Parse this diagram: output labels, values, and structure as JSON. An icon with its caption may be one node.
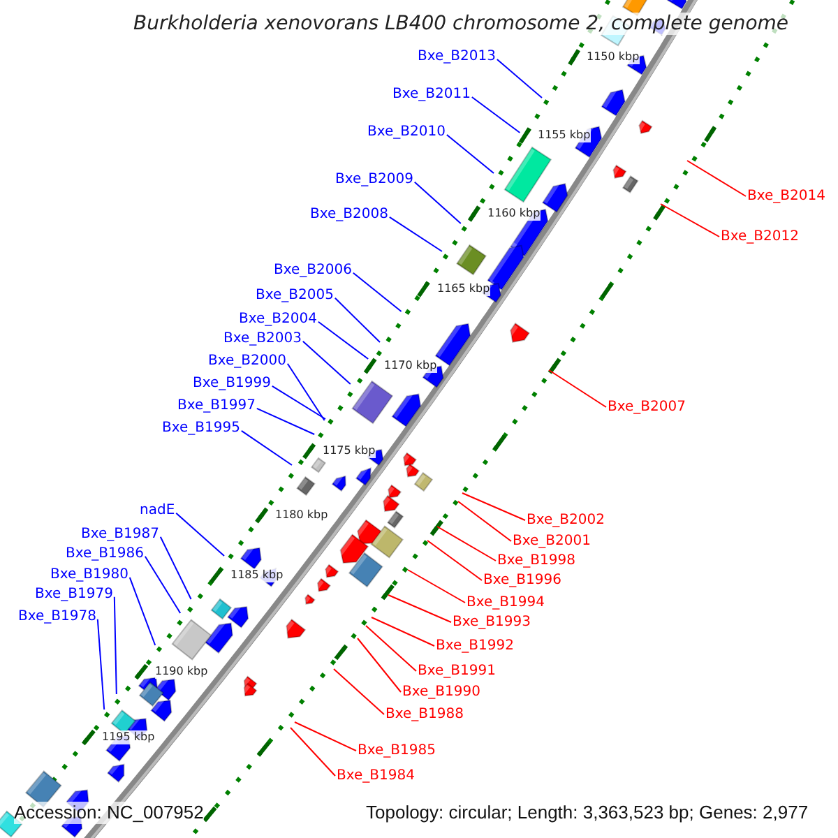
{
  "diagram": {
    "title": "Burkholderia xenovorans LB400 chromosome 2, complete genome",
    "nodes": [
      {
        "text": [
          "Bxe_B2013"
        ]
      },
      {
        "text": [
          "Bxe_B2011"
        ]
      },
      {
        "text": [
          "Bxe_B2010"
        ]
      },
      {
        "text": [
          "Bxe_B2009"
        ]
      },
      {
        "text": [
          "Bxe_B2014"
        ]
      },
      {
        "text": [
          "Bxe_B2008"
        ]
      },
      {
        "text": [
          "Bxe_B2012"
        ]
      },
      {
        "text": [
          "Bxe_B2006"
        ]
      },
      {
        "text": [
          "Bxe_B2005"
        ]
      },
      {
        "text": [
          "Bxe_B2004"
        ]
      },
      {
        "text": [
          "Bxe_B2003"
        ]
      },
      {
        "text": [
          "Bxe_B2000"
        ]
      },
      {
        "text": [
          "Bxe_B1999"
        ]
      },
      {
        "text": [
          "Bxe_B2007"
        ]
      },
      {
        "text": [
          "Bxe_B1997"
        ]
      },
      {
        "text": [
          "Bxe_B1995"
        ]
      },
      {
        "text": [
          "nadE"
        ]
      },
      {
        "text": [
          "Bxe_B2002"
        ]
      },
      {
        "text": [
          "Bxe_B1987"
        ]
      },
      {
        "text": [
          "Bxe_B2001"
        ]
      },
      {
        "text": [
          "Bxe_B1986"
        ]
      },
      {
        "text": [
          "Bxe_B1998"
        ]
      },
      {
        "text": [
          "Bxe_B1980"
        ]
      },
      {
        "text": [
          "Bxe_B1996"
        ]
      },
      {
        "text": [
          "Bxe_B1979"
        ]
      },
      {
        "text": [
          "Bxe_B1994"
        ]
      },
      {
        "text": [
          "Bxe_B1978"
        ]
      },
      {
        "text": [
          "Bxe_B1993"
        ]
      },
      {
        "text": [
          "Bxe_B1992"
        ]
      },
      {
        "text": [
          "Bxe_B1991"
        ]
      },
      {
        "text": [
          "Bxe_B1990"
        ]
      },
      {
        "text": [
          "Bxe_B1988"
        ]
      },
      {
        "text": [
          "Bxe_B1985"
        ]
      },
      {
        "text": [
          "Bxe_B1984"
        ]
      }
    ],
    "edges": [
      {
        "from": 0,
        "to": null,
        "arrow": "none"
      },
      {
        "from": 1,
        "to": null,
        "arrow": "none"
      },
      {
        "from": 2,
        "to": null,
        "arrow": "none"
      },
      {
        "from": 3,
        "to": null,
        "arrow": "none"
      },
      {
        "from": 4,
        "to": null,
        "arrow": "none",
        "color": "#ff0000"
      },
      {
        "from": 5,
        "to": null,
        "arrow": "none"
      },
      {
        "from": 6,
        "to": null,
        "arrow": "none",
        "color": "#ff0000"
      },
      {
        "from": 7,
        "to": null,
        "arrow": "none"
      },
      {
        "from": 8,
        "to": null,
        "arrow": "none"
      },
      {
        "from": 9,
        "to": null,
        "arrow": "none"
      },
      {
        "from": 10,
        "to": null,
        "arrow": "none"
      },
      {
        "from": 11,
        "to": null,
        "arrow": "none"
      },
      {
        "from": 12,
        "to": null,
        "arrow": "none"
      },
      {
        "from": 13,
        "to": null,
        "arrow": "none",
        "color": "#ff0000"
      },
      {
        "from": 14,
        "to": null,
        "arrow": "none"
      },
      {
        "from": 15,
        "to": null,
        "arrow": "none"
      },
      {
        "from": 16,
        "to": null,
        "arrow": "none"
      },
      {
        "from": 17,
        "to": null,
        "arrow": "none",
        "color": "#ff0000"
      },
      {
        "from": 18,
        "to": null,
        "arrow": "none"
      },
      {
        "from": 19,
        "to": null,
        "arrow": "none",
        "color": "#ff0000"
      },
      {
        "from": 20,
        "to": null,
        "arrow": "none"
      },
      {
        "from": 21,
        "to": null,
        "arrow": "none",
        "color": "#ff0000"
      },
      {
        "from": 22,
        "to": null,
        "arrow": "none"
      },
      {
        "from": 23,
        "to": null,
        "arrow": "none",
        "color": "#ff0000"
      },
      {
        "from": 24,
        "to": null,
        "arrow": "none"
      },
      {
        "from": 25,
        "to": null,
        "arrow": "none",
        "color": "#ff0000"
      },
      {
        "from": 26,
        "to": null,
        "arrow": "none"
      },
      {
        "from": 27,
        "to": null,
        "arrow": "none",
        "color": "#ff0000"
      },
      {
        "from": 28,
        "to": null,
        "arrow": "none",
        "color": "#ff0000"
      },
      {
        "from": 29,
        "to": null,
        "arrow": "none",
        "color": "#ff0000"
      },
      {
        "from": 30,
        "to": null,
        "arrow": "none",
        "color": "#ff0000"
      },
      {
        "from": 31,
        "to": null,
        "arrow": "none",
        "color": "#ff0000"
      },
      {
        "from": 32,
        "to": null,
        "arrow": "none",
        "color": "#ff0000"
      },
      {
        "from": 33,
        "to": null,
        "arrow": "none",
        "color": "#ff0000"
      }
    ],
    "labels": [
      "1150 kbp",
      "1155 kbp",
      "1160 kbp",
      "1165 kbp",
      "1170 kbp",
      "1175 kbp",
      "1180 kbp",
      "1185 kbp",
      "1190 kbp",
      "1195 kbp",
      "Accession: NC_007952",
      "Topology: circular; Length: 3,363,523 bp; Genes: 2,977"
    ]
  }
}
